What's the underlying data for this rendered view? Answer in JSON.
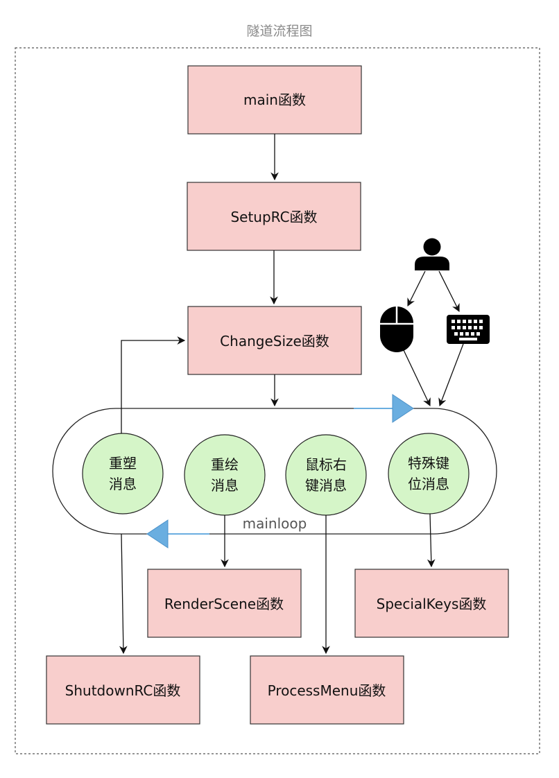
{
  "diagram": {
    "title": "隧道流程图",
    "colors": {
      "box_fill": "#f8cecc",
      "box_stroke": "#333333",
      "circle_fill": "#d5f5c8",
      "circle_stroke": "#222222",
      "blue_arrow": "#6aaee0",
      "frame": "#555555"
    },
    "boxes": {
      "main": "main函数",
      "setup": "SetupRC函数",
      "change": "ChangeSize函数",
      "render": "RenderScene函数",
      "special": "SpecialKeys函数",
      "shutdown": "ShutdownRC函数",
      "process": "ProcessMenu函数"
    },
    "circles": {
      "reshape": {
        "line1": "重塑",
        "line2": "消息"
      },
      "redraw": {
        "line1": "重绘",
        "line2": "消息"
      },
      "mouse": {
        "line1": "鼠标右",
        "line2": "键消息"
      },
      "special": {
        "line1": "特殊键",
        "line2": "位消息"
      }
    },
    "loop_label": "mainloop",
    "icons": [
      "user-icon",
      "mouse-icon",
      "keyboard-icon"
    ]
  }
}
